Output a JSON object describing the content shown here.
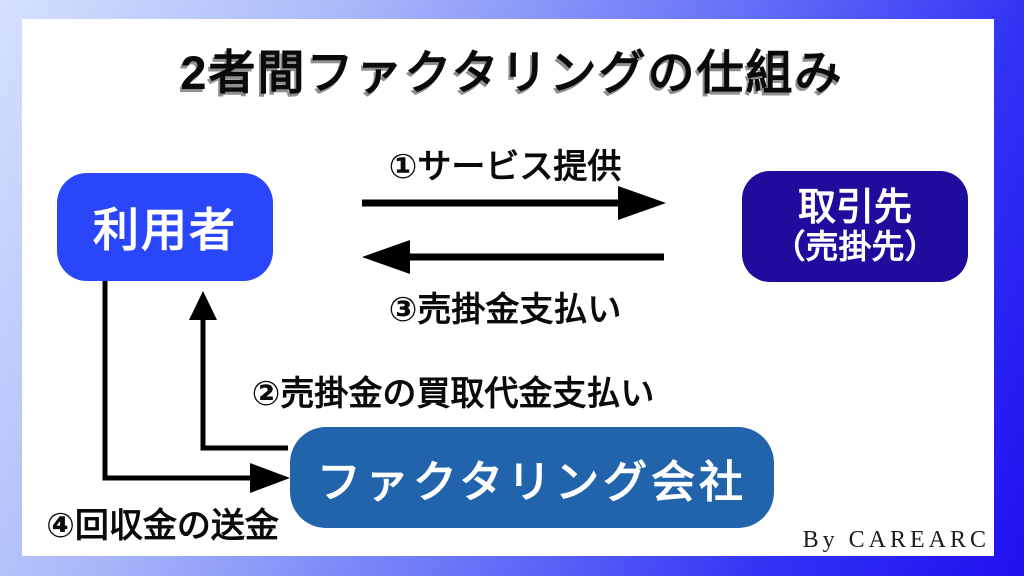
{
  "title": "2者間ファクタリングの仕組み",
  "nodes": {
    "user": {
      "label": "利用者",
      "color": "#2946fa"
    },
    "client": {
      "label_line1": "取引先",
      "label_line2": "（売掛先）",
      "color": "#1e0d9d"
    },
    "factoring": {
      "label": "ファクタリング会社",
      "color": "#2164ac"
    }
  },
  "flows": {
    "service": "①サービス提供",
    "purchase_payment": "②売掛金の買取代金支払い",
    "receivable_payment": "③売掛金支払い",
    "remittance": "④回収金の送金"
  },
  "credit": "By CAREARC",
  "colors": {
    "border_gradient_start": "#d5e1fd",
    "border_gradient_end": "#2010f0",
    "arrow": "#000000",
    "title_shadow": "#8f8f8f",
    "background": "#ffffff"
  }
}
